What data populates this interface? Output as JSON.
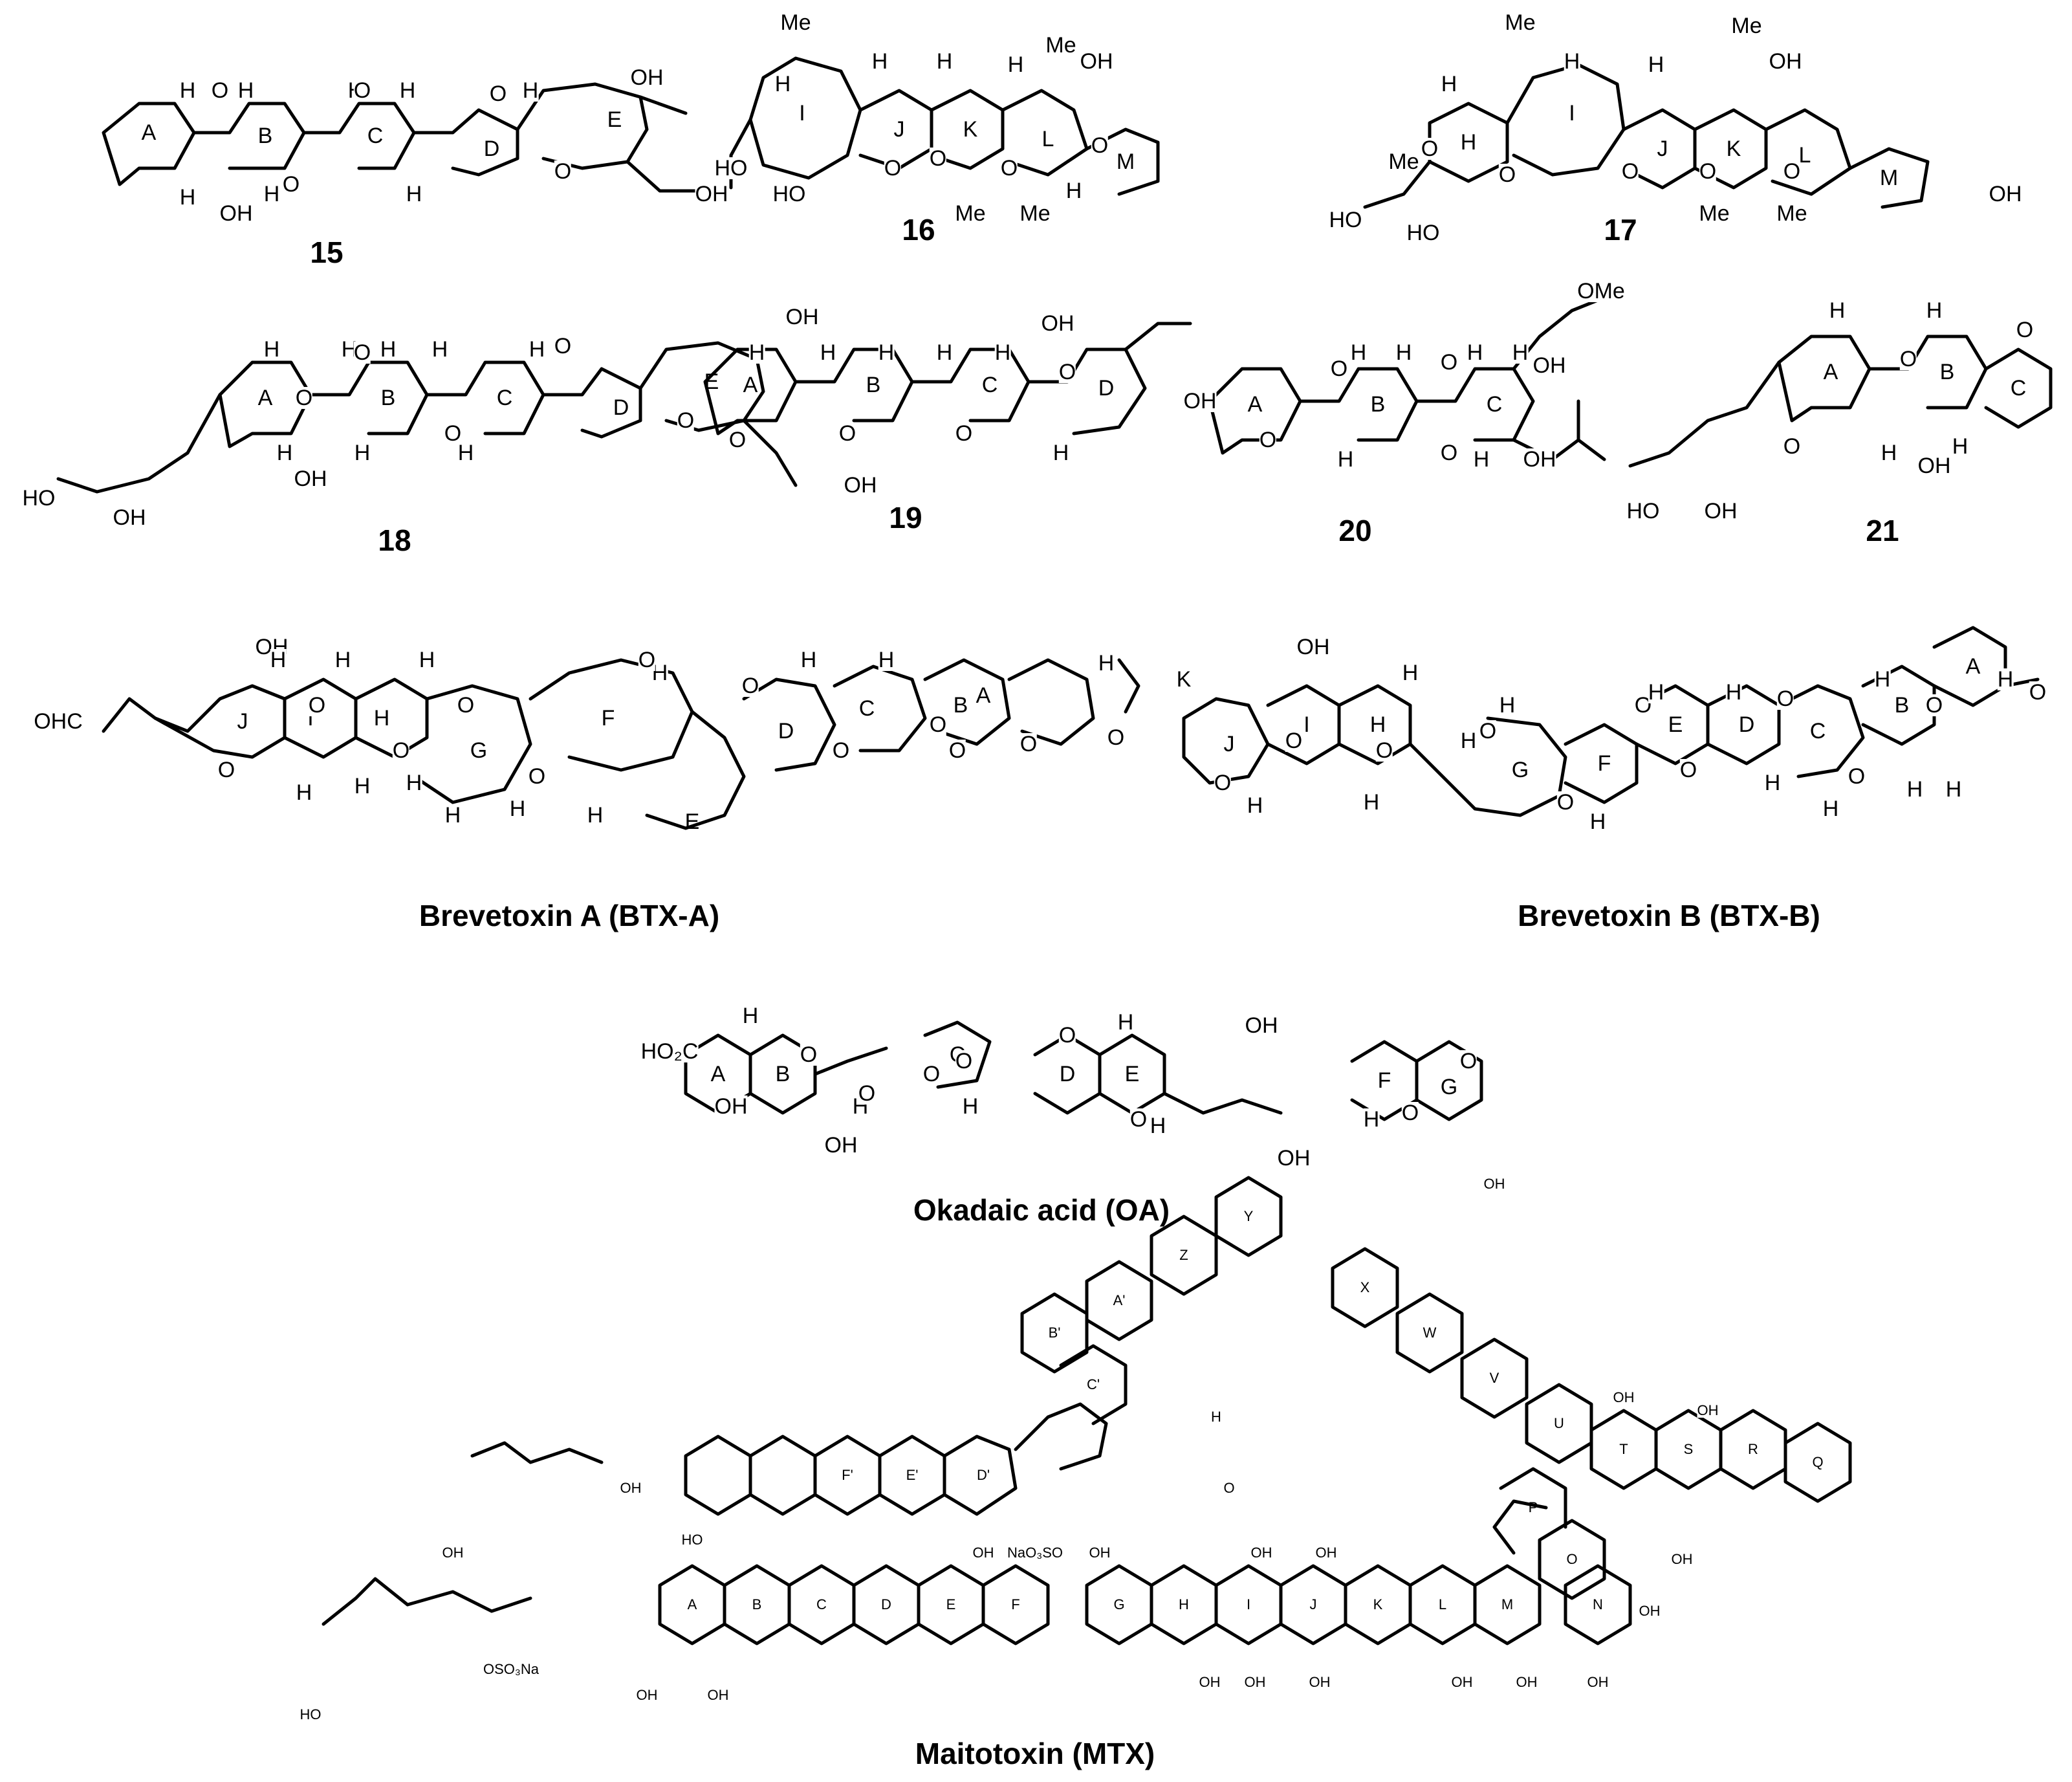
{
  "compounds": [
    {
      "number": "15",
      "rings": [
        "A",
        "B",
        "C",
        "D",
        "E"
      ],
      "groups": [
        "H",
        "H",
        "H",
        "H",
        "H",
        "H",
        "H",
        "H",
        "OH",
        "OH",
        "OH",
        "O",
        "O",
        "O",
        "O",
        "O"
      ]
    },
    {
      "number": "16",
      "rings": [
        "I",
        "J",
        "K",
        "L",
        "M"
      ],
      "groups": [
        "Me",
        "Me",
        "Me",
        "Me",
        "OH",
        "HO",
        "HO",
        "H",
        "H",
        "H",
        "H",
        "H",
        "O",
        "O",
        "O",
        "O"
      ]
    },
    {
      "number": "17",
      "rings": [
        "H",
        "I",
        "J",
        "K",
        "L",
        "M"
      ],
      "groups": [
        "Me",
        "Me",
        "Me",
        "Me",
        "Me",
        "OH",
        "OH",
        "HO",
        "HO",
        "H",
        "H",
        "H",
        "O",
        "O",
        "O",
        "O",
        "O"
      ]
    },
    {
      "number": "18",
      "rings": [
        "A",
        "B",
        "C",
        "D",
        "E"
      ],
      "groups": [
        "OH",
        "HO",
        "OH",
        "OH",
        "H",
        "H",
        "H",
        "H",
        "H",
        "H",
        "H",
        "H",
        "O",
        "O",
        "O",
        "O",
        "O"
      ]
    },
    {
      "number": "19",
      "rings": [
        "A",
        "B",
        "C",
        "D"
      ],
      "groups": [
        "OH",
        "OH",
        "OH",
        "H",
        "H",
        "H",
        "H",
        "H",
        "H",
        "O",
        "O",
        "O",
        "O"
      ]
    },
    {
      "number": "20",
      "rings": [
        "A",
        "B",
        "C"
      ],
      "groups": [
        "OMe",
        "OH",
        "OH",
        "O",
        "O",
        "O",
        "O",
        "H",
        "H",
        "H",
        "H",
        "H",
        "H"
      ]
    },
    {
      "number": "21",
      "rings": [
        "A",
        "B",
        "C"
      ],
      "groups": [
        "HO",
        "OH",
        "OH",
        "H",
        "H",
        "H",
        "H",
        "O",
        "O",
        "O"
      ]
    }
  ],
  "named_structures": [
    {
      "name": "Brevetoxin A (BTX-A)",
      "rings": [
        "A",
        "B",
        "C",
        "D",
        "E",
        "F",
        "G",
        "H",
        "I",
        "J"
      ],
      "groups": [
        "OHC",
        "OH",
        "H",
        "H",
        "H",
        "H",
        "H",
        "H",
        "H",
        "H",
        "H",
        "H",
        "H",
        "H",
        "O",
        "O",
        "O",
        "O",
        "O",
        "O",
        "O",
        "O",
        "O",
        "O",
        "O"
      ]
    },
    {
      "name": "Brevetoxin B (BTX-B)",
      "rings": [
        "A",
        "B",
        "C",
        "D",
        "E",
        "F",
        "G",
        "H",
        "I",
        "J",
        "K"
      ],
      "groups": [
        "H",
        "OH",
        "O",
        "O",
        "O",
        "O",
        "O",
        "O",
        "O",
        "O",
        "O",
        "O",
        "O",
        "O",
        "H",
        "H",
        "H",
        "H",
        "H",
        "H",
        "H",
        "H",
        "H",
        "H",
        "H",
        "H",
        "H",
        "H"
      ]
    },
    {
      "name": "Okadaic acid  (OA)",
      "rings": [
        "A",
        "B",
        "C",
        "D",
        "E",
        "F",
        "G"
      ],
      "groups": [
        "HO₂C",
        "OH",
        "OH",
        "OH",
        "OH",
        "H",
        "H",
        "H",
        "H",
        "H",
        "H",
        "O",
        "O",
        "O",
        "O",
        "O",
        "O",
        "O",
        "O"
      ]
    },
    {
      "name": "Maitotoxin (MTX)",
      "rings": [
        "A",
        "B",
        "C",
        "D",
        "E",
        "F",
        "G",
        "H",
        "I",
        "J",
        "K",
        "L",
        "M",
        "N",
        "O",
        "P",
        "Q",
        "R",
        "S",
        "T",
        "U",
        "V",
        "W",
        "X",
        "Y",
        "Z",
        "A'",
        "B'",
        "C'",
        "D'",
        "E'",
        "F'"
      ],
      "groups": [
        "HO",
        "OH",
        "OH",
        "OSO₃Na",
        "NaO₃SO",
        "OH",
        "HO",
        "OH",
        "OH",
        "OH",
        "OH",
        "OH",
        "OH",
        "OH",
        "OH",
        "OH",
        "OH",
        "OH",
        "OH",
        "OH",
        "OH",
        "OH",
        "OH",
        "H",
        "O"
      ]
    }
  ]
}
